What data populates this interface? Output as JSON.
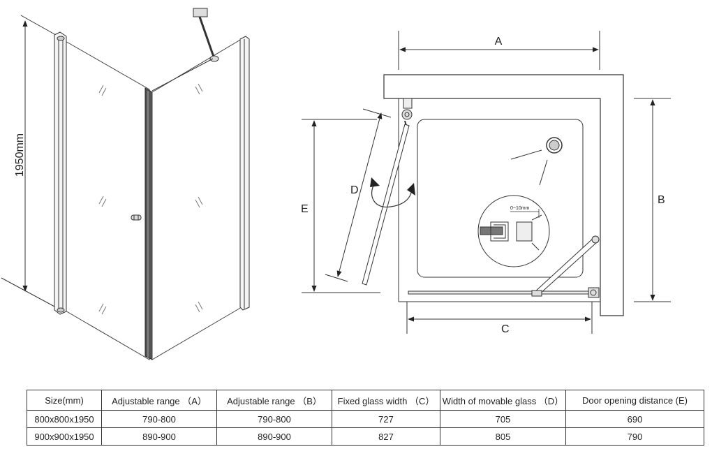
{
  "labels": {
    "height": "1950mm",
    "A": "A",
    "B": "B",
    "C": "C",
    "D": "D",
    "E": "E",
    "gap": "0~10mm"
  },
  "table": {
    "headers": [
      "Size(mm)",
      "Adjustable range （A）",
      "Adjustable range （B）",
      "Fixed glass width （C）",
      "Width of movable glass （D）",
      "Door opening distance (E)"
    ],
    "rows": [
      [
        "800x800x1950",
        "790-800",
        "790-800",
        "727",
        "705",
        "690"
      ],
      [
        "900x900x1950",
        "890-900",
        "890-900",
        "827",
        "805",
        "790"
      ]
    ]
  }
}
